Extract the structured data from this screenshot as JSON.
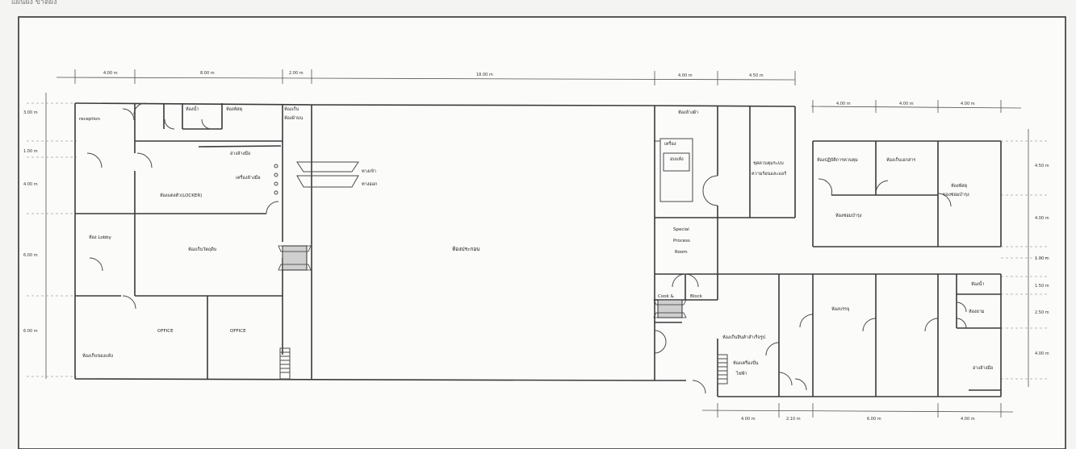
{
  "caption": "แผนผัง ขาดผัง",
  "dims": {
    "top": [
      "4.00 m",
      "8.00 m",
      "2.00 m",
      "18.00 m",
      "4.00 m",
      "4.50 m"
    ],
    "right_top": [
      "4.00 m",
      "4.00 m",
      "4.00 m"
    ],
    "left": [
      "3.00 m",
      "1.00 m",
      "4.00 m",
      "6.00 m",
      "6.00 m"
    ],
    "right": [
      "4.50 m",
      "4.00 m",
      "1.00 m",
      "1.50 m",
      "2.50 m",
      "4.00 m"
    ],
    "bottom": [
      "4.00 m",
      "2.10 m",
      "6.00 m",
      "4.00 m"
    ]
  },
  "rooms": {
    "reception": "reception",
    "toilet_m": "ห้องน้ำ",
    "store1": "ห้องพัสดุ",
    "store2": "ห้องเก็บ",
    "store2b": "ห้องผ้าบน",
    "locker_sink": "อ่างล้างมือ",
    "washer": "เครื่องล้างมือ",
    "locker": "ห้องแต่งตัว(LOCKER)",
    "lobby": "ห้อง Lobby",
    "sample": "ห้องเก็บวัตถุดิบ",
    "office1": "OFFICE",
    "office2": "OFFICE",
    "prod_store": "ห้องเก็บของแห้ง",
    "air_in": "ทางเข้า",
    "air_out": "ทางออก",
    "main": "ห้องประกอบ",
    "wash": "ห้องล้างผ้า",
    "machine1": "เครื่อง",
    "machine2": "อบแห้ง",
    "electrical": "ชุดควบคุมระบบ",
    "electrical2": "ความร้อนและแอร์",
    "special1": "Special",
    "special2": "Process",
    "special3": "Room",
    "cook1": "Cook &",
    "cook2": "Block",
    "qc": "ห้องปฏิบัติการควบคุม",
    "packing": "ห้องเก็บเอกสาร",
    "parts": "ห้องพัสดุ",
    "parts2": "ของซ่อมบำรุง",
    "maint": "ห้องซ่อมบำรุง",
    "stock": "ห้องเก็บสินค้าสำเร็จรูป",
    "genset1": "ห้องเครื่องปั่น",
    "genset2": "ไฟฟ้า",
    "products": "ห้องบรรจุ",
    "toilet_r": "ห้องน้ำ",
    "security": "ห้องยาม",
    "sink_r": "อ่างล้างมือ"
  }
}
